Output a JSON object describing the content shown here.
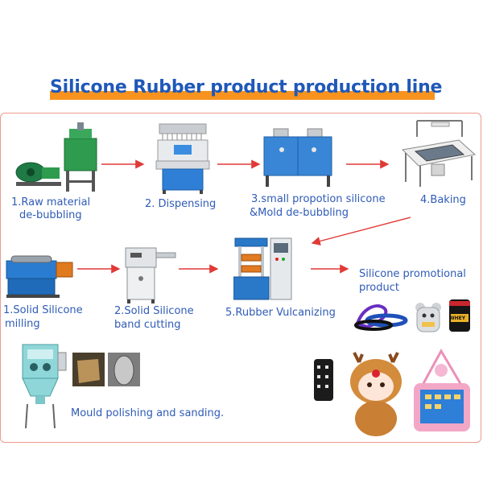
{
  "title": "Silicone Rubber product production line",
  "steps": {
    "s1": {
      "line1": "1.Raw material",
      "line2": "de-bubbling"
    },
    "s2": {
      "line1": "2. Dispensing"
    },
    "s3": {
      "line1": "3.small propotion silicone",
      "line2": "&Mold de-bubbling"
    },
    "s4": {
      "line1": "4.Baking"
    },
    "s5": {
      "line1": "5.Rubber Vulcanizing"
    },
    "m1": {
      "line1": "1.Solid Silicone",
      "line2": "milling"
    },
    "m2": {
      "line1": "2.Solid Silicone",
      "line2": "band cutting"
    },
    "product": {
      "line1": "Silicone promotional",
      "line2": "product"
    },
    "mould": {
      "line1": "Mould polishing and sanding."
    }
  },
  "product_labels": {
    "whey": "WHEY"
  },
  "colors": {
    "title": "#1f58b8",
    "underline": "#f7931e",
    "label": "#2f5bb6",
    "arrow": "#e03a36",
    "frame": "#ee9a8e",
    "machine_blue": "#1f6fc2"
  }
}
